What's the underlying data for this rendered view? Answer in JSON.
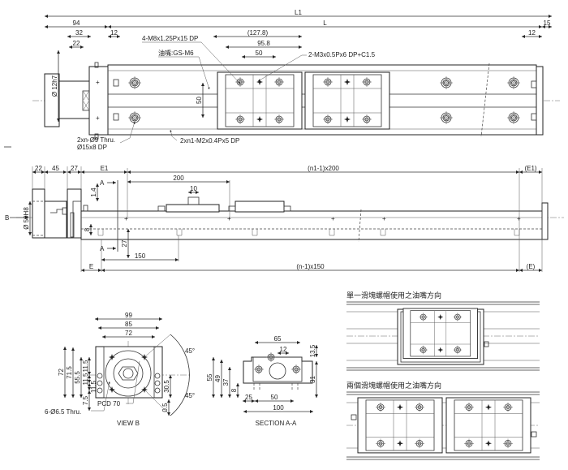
{
  "top_view": {
    "L1": "L1",
    "L": "L",
    "d94": "94",
    "d32": "32",
    "d22": "22",
    "d12_left": "12",
    "d127_8": "(127.8)",
    "d95_8": "95.8",
    "d50": "50",
    "d15": "15",
    "d12_right": "12",
    "shaft": "Ø 12h7",
    "d50_vertical": "50",
    "note_tap": "4-M8x1.25Px15 DP",
    "note_grease": "油嘴:GS-M6",
    "note_m3": "2-M3x0.5Px6 DP+C1.5",
    "note_thru": "2xn-Ø9 Thru.",
    "note_cbore": "Ø15x8 DP",
    "note_m2": "2xn1-M2x0.4Px5 DP"
  },
  "side_view": {
    "d22": "22",
    "d45": "45",
    "d27": "27",
    "E1": "E1",
    "pitch_n1": "(n1-1)x200",
    "E1_paren": "(E1)",
    "d200": "200",
    "d10": "10",
    "d1_4": "1.4",
    "d8": "8",
    "d27_v": "27",
    "d150": "150",
    "E": "E",
    "pitch_n": "(n-1)x150",
    "E_paren": "(E)",
    "bore": "Ø 50H8",
    "view_arrow": "B",
    "section_a": "A"
  },
  "view_b": {
    "d99": "99",
    "d85": "85",
    "d72": "72",
    "d72_v": "72",
    "d71_5": "71.5",
    "d55_5": "55.5",
    "d11_5_a": "11.5",
    "d11_5_b": "11.5",
    "d11_5_c": "11.5",
    "d7_5": "7.5",
    "d30_5": "30.5",
    "d0_5": "0.5",
    "angle_top": "45°",
    "angle_bottom": "45°",
    "pcd": "PCD 70",
    "holes": "6-Ø6.5 Thru.",
    "title": "VIEW B"
  },
  "section_aa": {
    "d65": "65",
    "d12": "12",
    "d13_5": "13.5",
    "d31": "31",
    "d55": "55",
    "d49": "49",
    "d37": "37",
    "d8": "8",
    "d25": "25",
    "d50": "50",
    "d100": "100",
    "title": "SECTION A-A"
  },
  "grease_direction": {
    "single_title": "單一滑塊螺帽使用之油嘴方向",
    "double_title": "兩個滑塊螺帽使用之油嘴方向"
  }
}
